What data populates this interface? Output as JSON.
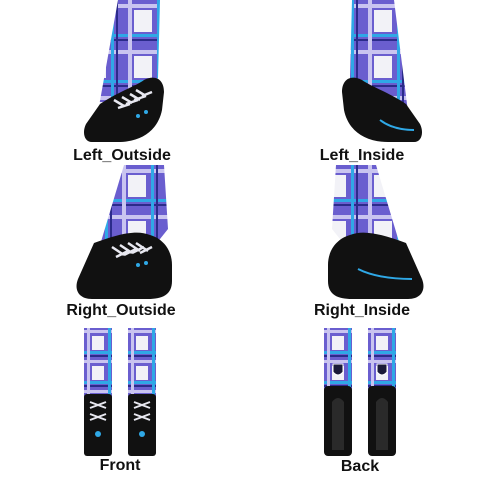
{
  "views": [
    {
      "id": "left-outside",
      "label": "Left_Outside"
    },
    {
      "id": "left-inside",
      "label": "Left_Inside"
    },
    {
      "id": "right-outside",
      "label": "Right_Outside"
    },
    {
      "id": "right-inside",
      "label": "Right_Inside"
    },
    {
      "id": "front",
      "label": "Front"
    },
    {
      "id": "back",
      "label": "Back"
    }
  ],
  "colors": {
    "base": "#6a5ecf",
    "light_stripe": "#c9c4f0",
    "white_panel": "#f2f2f7",
    "cyan_stripe": "#2fa8e6",
    "navy_stripe": "#2b2b8a",
    "black": "#111111",
    "lace": "#e8e8f0"
  }
}
